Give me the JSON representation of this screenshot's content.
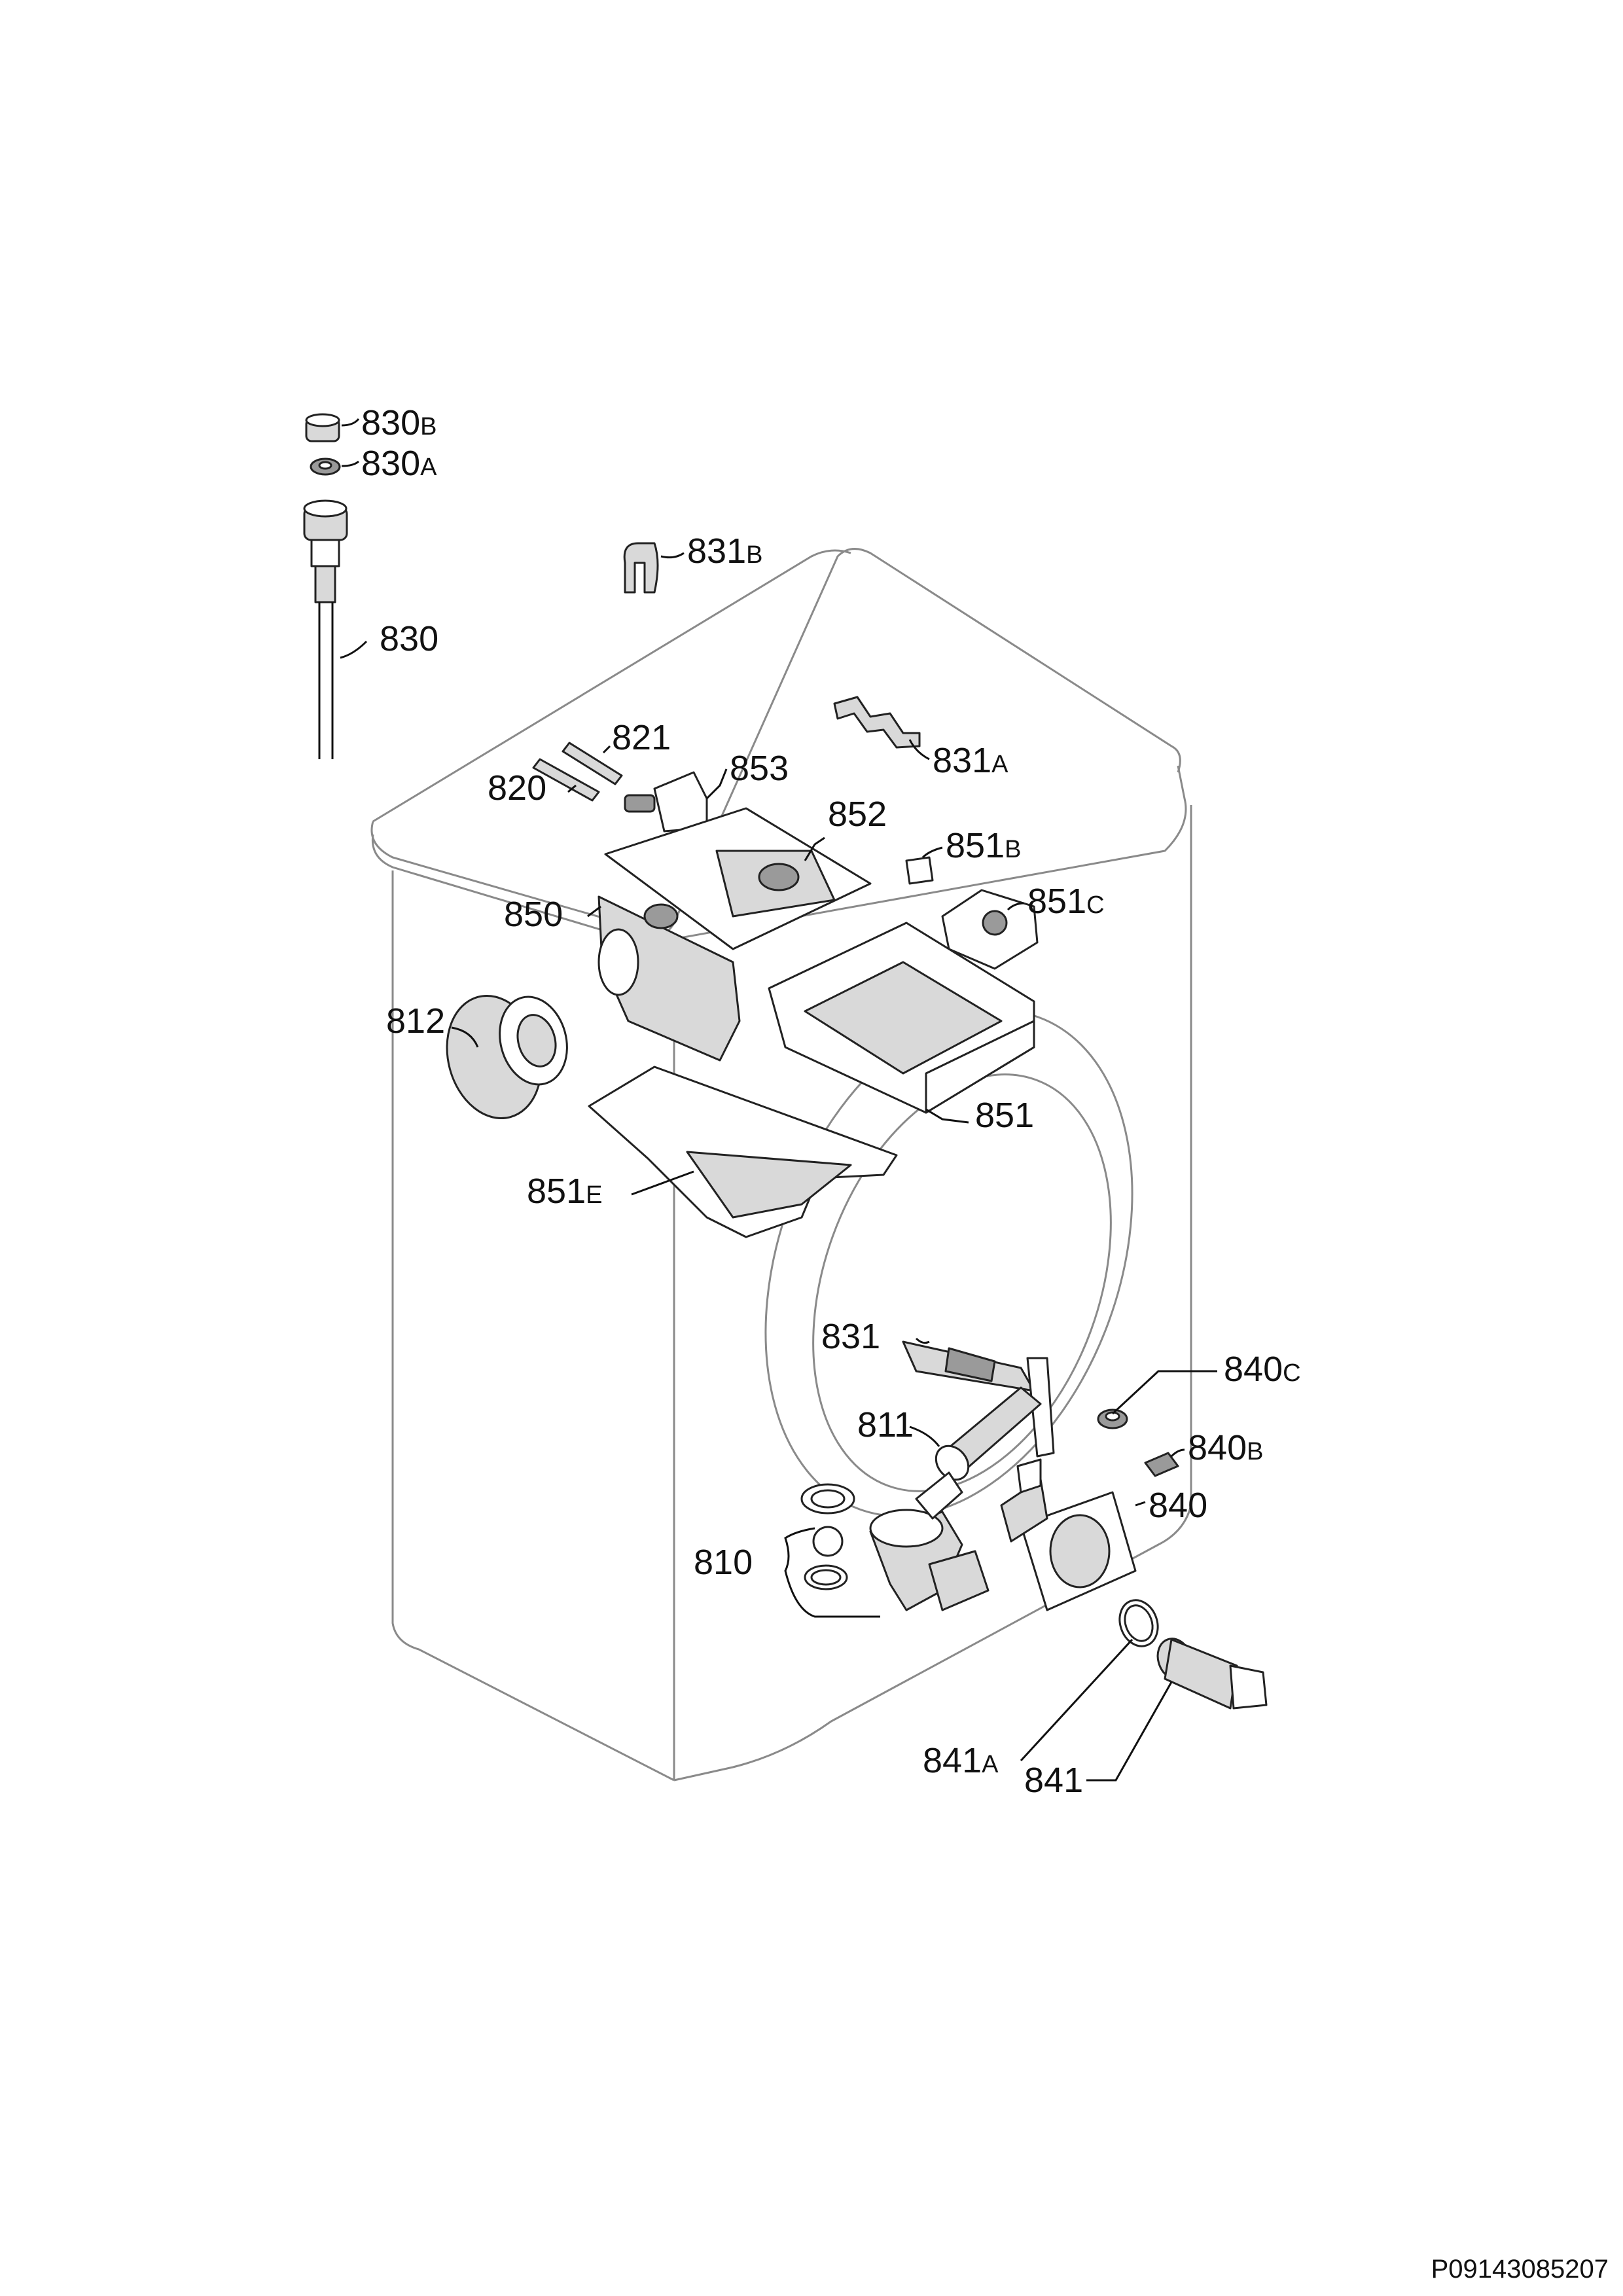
{
  "diagram": {
    "labels": {
      "l830b": {
        "num": "830",
        "suf": "B"
      },
      "l830a": {
        "num": "830",
        "suf": "A"
      },
      "l830": {
        "num": "830",
        "suf": ""
      },
      "l831b": {
        "num": "831",
        "suf": "B"
      },
      "l821": {
        "num": "821",
        "suf": ""
      },
      "l820": {
        "num": "820",
        "suf": ""
      },
      "l853": {
        "num": "853",
        "suf": ""
      },
      "l831a": {
        "num": "831",
        "suf": "A"
      },
      "l852": {
        "num": "852",
        "suf": ""
      },
      "l851b": {
        "num": "851",
        "suf": "B"
      },
      "l850": {
        "num": "850",
        "suf": ""
      },
      "l851c": {
        "num": "851",
        "suf": "C"
      },
      "l812": {
        "num": "812",
        "suf": ""
      },
      "l851": {
        "num": "851",
        "suf": ""
      },
      "l851e": {
        "num": "851",
        "suf": "E"
      },
      "l831": {
        "num": "831",
        "suf": ""
      },
      "l840c": {
        "num": "840",
        "suf": "C"
      },
      "l811": {
        "num": "811",
        "suf": ""
      },
      "l840b": {
        "num": "840",
        "suf": "B"
      },
      "l840": {
        "num": "840",
        "suf": ""
      },
      "l810": {
        "num": "810",
        "suf": ""
      },
      "l841a": {
        "num": "841",
        "suf": "A"
      },
      "l841": {
        "num": "841",
        "suf": ""
      }
    },
    "drawing_code": "P09143085207"
  }
}
